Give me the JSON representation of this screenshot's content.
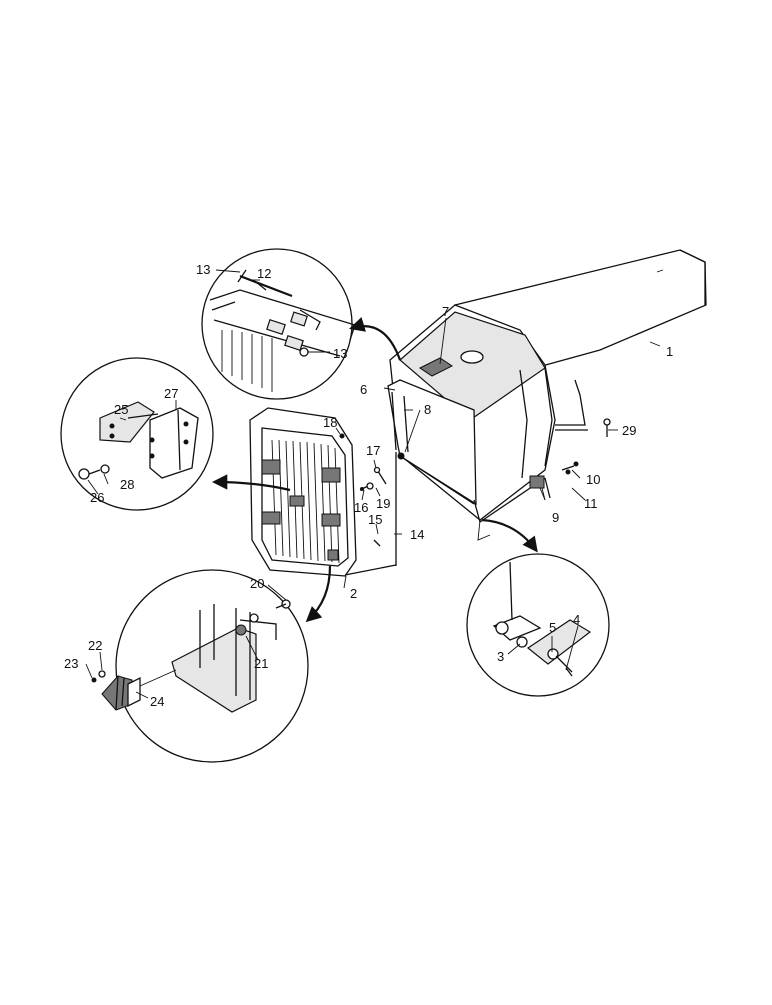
{
  "callouts": {
    "c1": "1",
    "c2": "2",
    "c3": "3",
    "c4": "4",
    "c5": "5",
    "c6": "6",
    "c7": "7",
    "c8": "8",
    "c9": "9",
    "c10": "10",
    "c11": "11",
    "c12": "12",
    "c13a": "13",
    "c13b": "13",
    "c14": "14",
    "c15": "15",
    "c16": "16",
    "c17": "17",
    "c18": "18",
    "c19": "19",
    "c20": "20",
    "c21": "21",
    "c22": "22",
    "c23": "23",
    "c24": "24",
    "c25": "25",
    "c26": "26",
    "c27": "27",
    "c28": "28",
    "c29": "29"
  }
}
